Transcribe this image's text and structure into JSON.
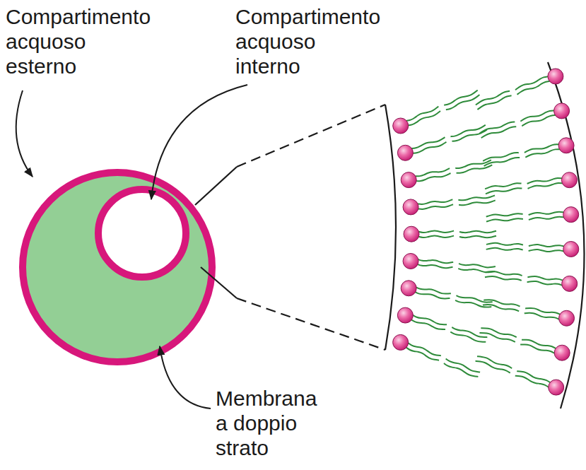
{
  "diagram": {
    "labels": [
      "Compartimento acquoso esterno",
      "Compartimento acquoso interno",
      "Membrana a doppio strato"
    ]
  }
}
